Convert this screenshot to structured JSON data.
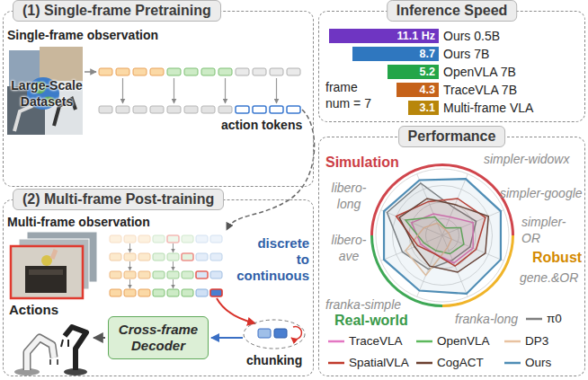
{
  "diagram": {
    "nodes": [
      {
        "text": [
          "(1) Single-frame Pretraining"
        ]
      },
      {
        "text": [
          "(2) Multi-frame Post-training"
        ]
      },
      {
        "text": [
          "Cross-frame Decoder"
        ],
        "in": 1
      },
      {
        "text": [
          "Inference Speed"
        ]
      },
      {
        "text": [
          "11.1 Hz",
          "Ours 0.5B"
        ],
        "in": 3
      },
      {
        "text": [
          "8.7",
          "Ours 7B"
        ],
        "in": 3
      },
      {
        "text": [
          "5.2",
          "OpenVLA 7B"
        ],
        "in": 3
      },
      {
        "text": [
          "4.3",
          "TraceVLA 7B"
        ],
        "in": 3
      },
      {
        "text": [
          "3.1",
          "Multi-frame VLA"
        ],
        "in": 3
      },
      {
        "text": [
          "Performance"
        ]
      }
    ],
    "labels": [
      "Single-frame observation",
      "Large-Scale Datasets",
      "action tokens",
      "Multi-frame observation",
      "discrete to continuous",
      "chunking",
      "Actions",
      "frame num = 7",
      "Simulation",
      "Robust",
      "Real-world",
      "libero-long",
      "simpler-widowx",
      "simpler-google",
      "libero-ave",
      "simpler-OR",
      "gene.&OR",
      "franka-simple",
      "franka-long"
    ],
    "legend": [
      {
        "text": "π0"
      },
      {
        "text": "TraceVLA"
      },
      {
        "text": "OpenVLA"
      },
      {
        "text": "DP3"
      },
      {
        "text": "SpatialVLA"
      },
      {
        "text": "CogACT"
      },
      {
        "text": "Ours"
      }
    ]
  }
}
